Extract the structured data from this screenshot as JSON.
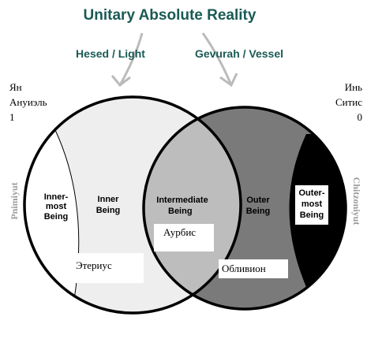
{
  "title": "Unitary Absolute Reality",
  "left_arrow_label": "Hesed / Light",
  "right_arrow_label": "Gevurah / Vessel",
  "left_corner": {
    "line1": "Ян",
    "line2": "Ануиэль",
    "line3": "1"
  },
  "right_corner": {
    "line1": "Инь",
    "line2": "Ситис",
    "line3": "0"
  },
  "left_side_label": "Pnimiyut",
  "right_side_label": "Chitzoniyut",
  "regions": {
    "innermost": {
      "line1": "Inner-",
      "line2": "most",
      "line3": "Being"
    },
    "inner": {
      "line1": "Inner",
      "line2": "Being"
    },
    "intermediate": {
      "line1": "Intermediate",
      "line2": "Being"
    },
    "outer": {
      "line1": "Outer",
      "line2": "Being"
    },
    "outermost": {
      "line1": "Outer-",
      "line2": "most",
      "line3": "Being"
    }
  },
  "boxes": {
    "eterius": "Этериус",
    "aurbis": "Аурбис",
    "oblivion": "Обливион"
  },
  "colors": {
    "title": "#1a5a55",
    "left_circle_fill": "#eeeeee",
    "innermost_fill": "#ffffff",
    "intersection_fill": "#bdbdbd",
    "right_circle_fill": "#7a7a7a",
    "outermost_fill": "#000000",
    "arrow": "#bbbbbb",
    "side_label": "#999999"
  }
}
